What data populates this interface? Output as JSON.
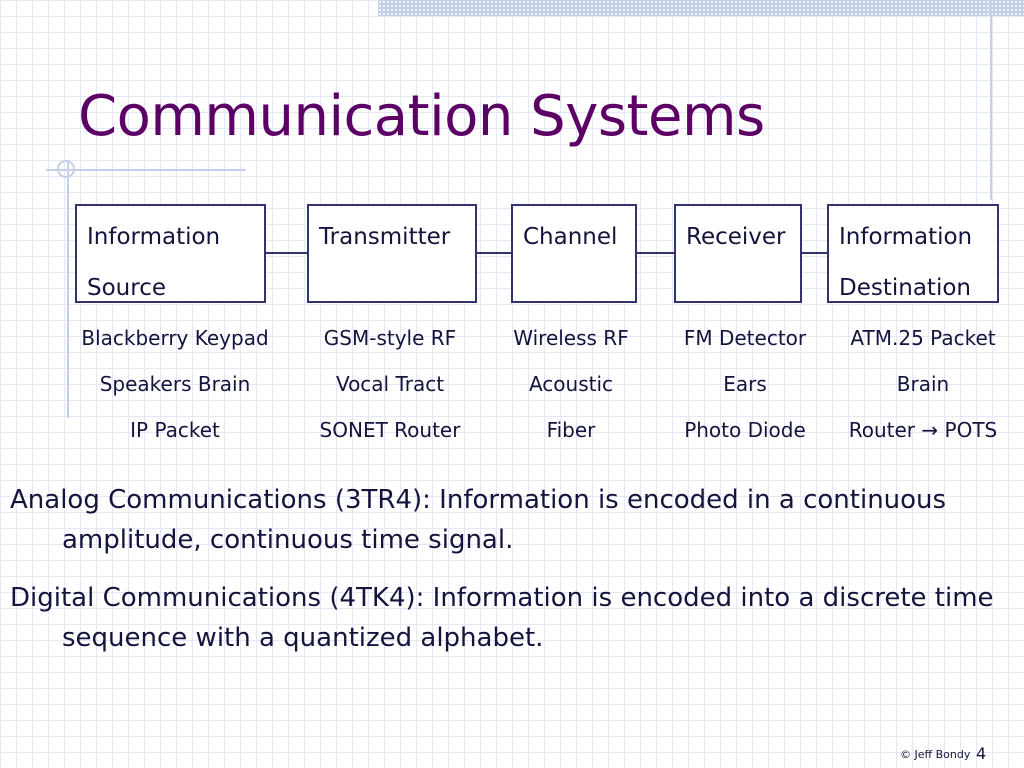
{
  "slide": {
    "title": "Communication Systems",
    "blocks": [
      {
        "line1": "Information",
        "line2": "Source"
      },
      {
        "line1": "Transmitter",
        "line2": ""
      },
      {
        "line1": "Channel",
        "line2": ""
      },
      {
        "line1": "Receiver",
        "line2": ""
      },
      {
        "line1": "Information",
        "line2": "Destination"
      }
    ],
    "examples": [
      [
        "Blackberry Keypad",
        "Speakers Brain",
        "IP Packet"
      ],
      [
        "GSM-style RF",
        "Vocal Tract",
        "SONET Router"
      ],
      [
        "Wireless RF",
        "Acoustic",
        "Fiber"
      ],
      [
        "FM Detector",
        "Ears",
        "Photo Diode"
      ],
      [
        "ATM.25 Packet",
        "Brain",
        "Router",
        "POTS"
      ]
    ],
    "arrow_glyph": "→",
    "bullets": [
      "Analog Communications (3TR4): Information is encoded in a continuous amplitude, continuous time signal.",
      "Digital Communications (4TK4): Information is encoded into a discrete time sequence with a quantized alphabet."
    ],
    "footer": {
      "copyright": "© Jeff Bondy",
      "page_number": "4"
    }
  }
}
